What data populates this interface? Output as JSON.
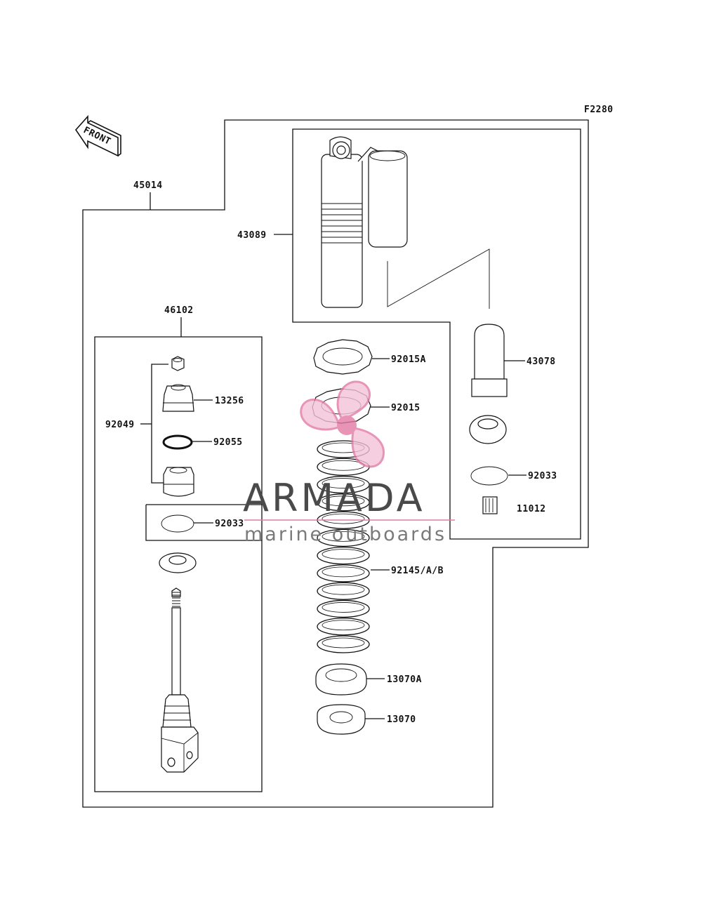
{
  "diagram": {
    "figure_code": "F2280",
    "front_label": "FRONT",
    "parts": {
      "p45014": "45014",
      "p43089": "43089",
      "p46102": "46102",
      "p92049": "92049",
      "p13256": "13256",
      "p92055": "92055",
      "p92033_left": "92033",
      "p92015A": "92015A",
      "p92015": "92015",
      "p92145": "92145/A/B",
      "p13070A": "13070A",
      "p13070": "13070",
      "p43078": "43078",
      "p92033_right": "92033",
      "p11012": "11012"
    }
  },
  "watermark": {
    "brand": "ARMADA",
    "tagline": "marine outboards",
    "logo_color": "#e27aa6",
    "text_color": "#4a4a4a"
  }
}
